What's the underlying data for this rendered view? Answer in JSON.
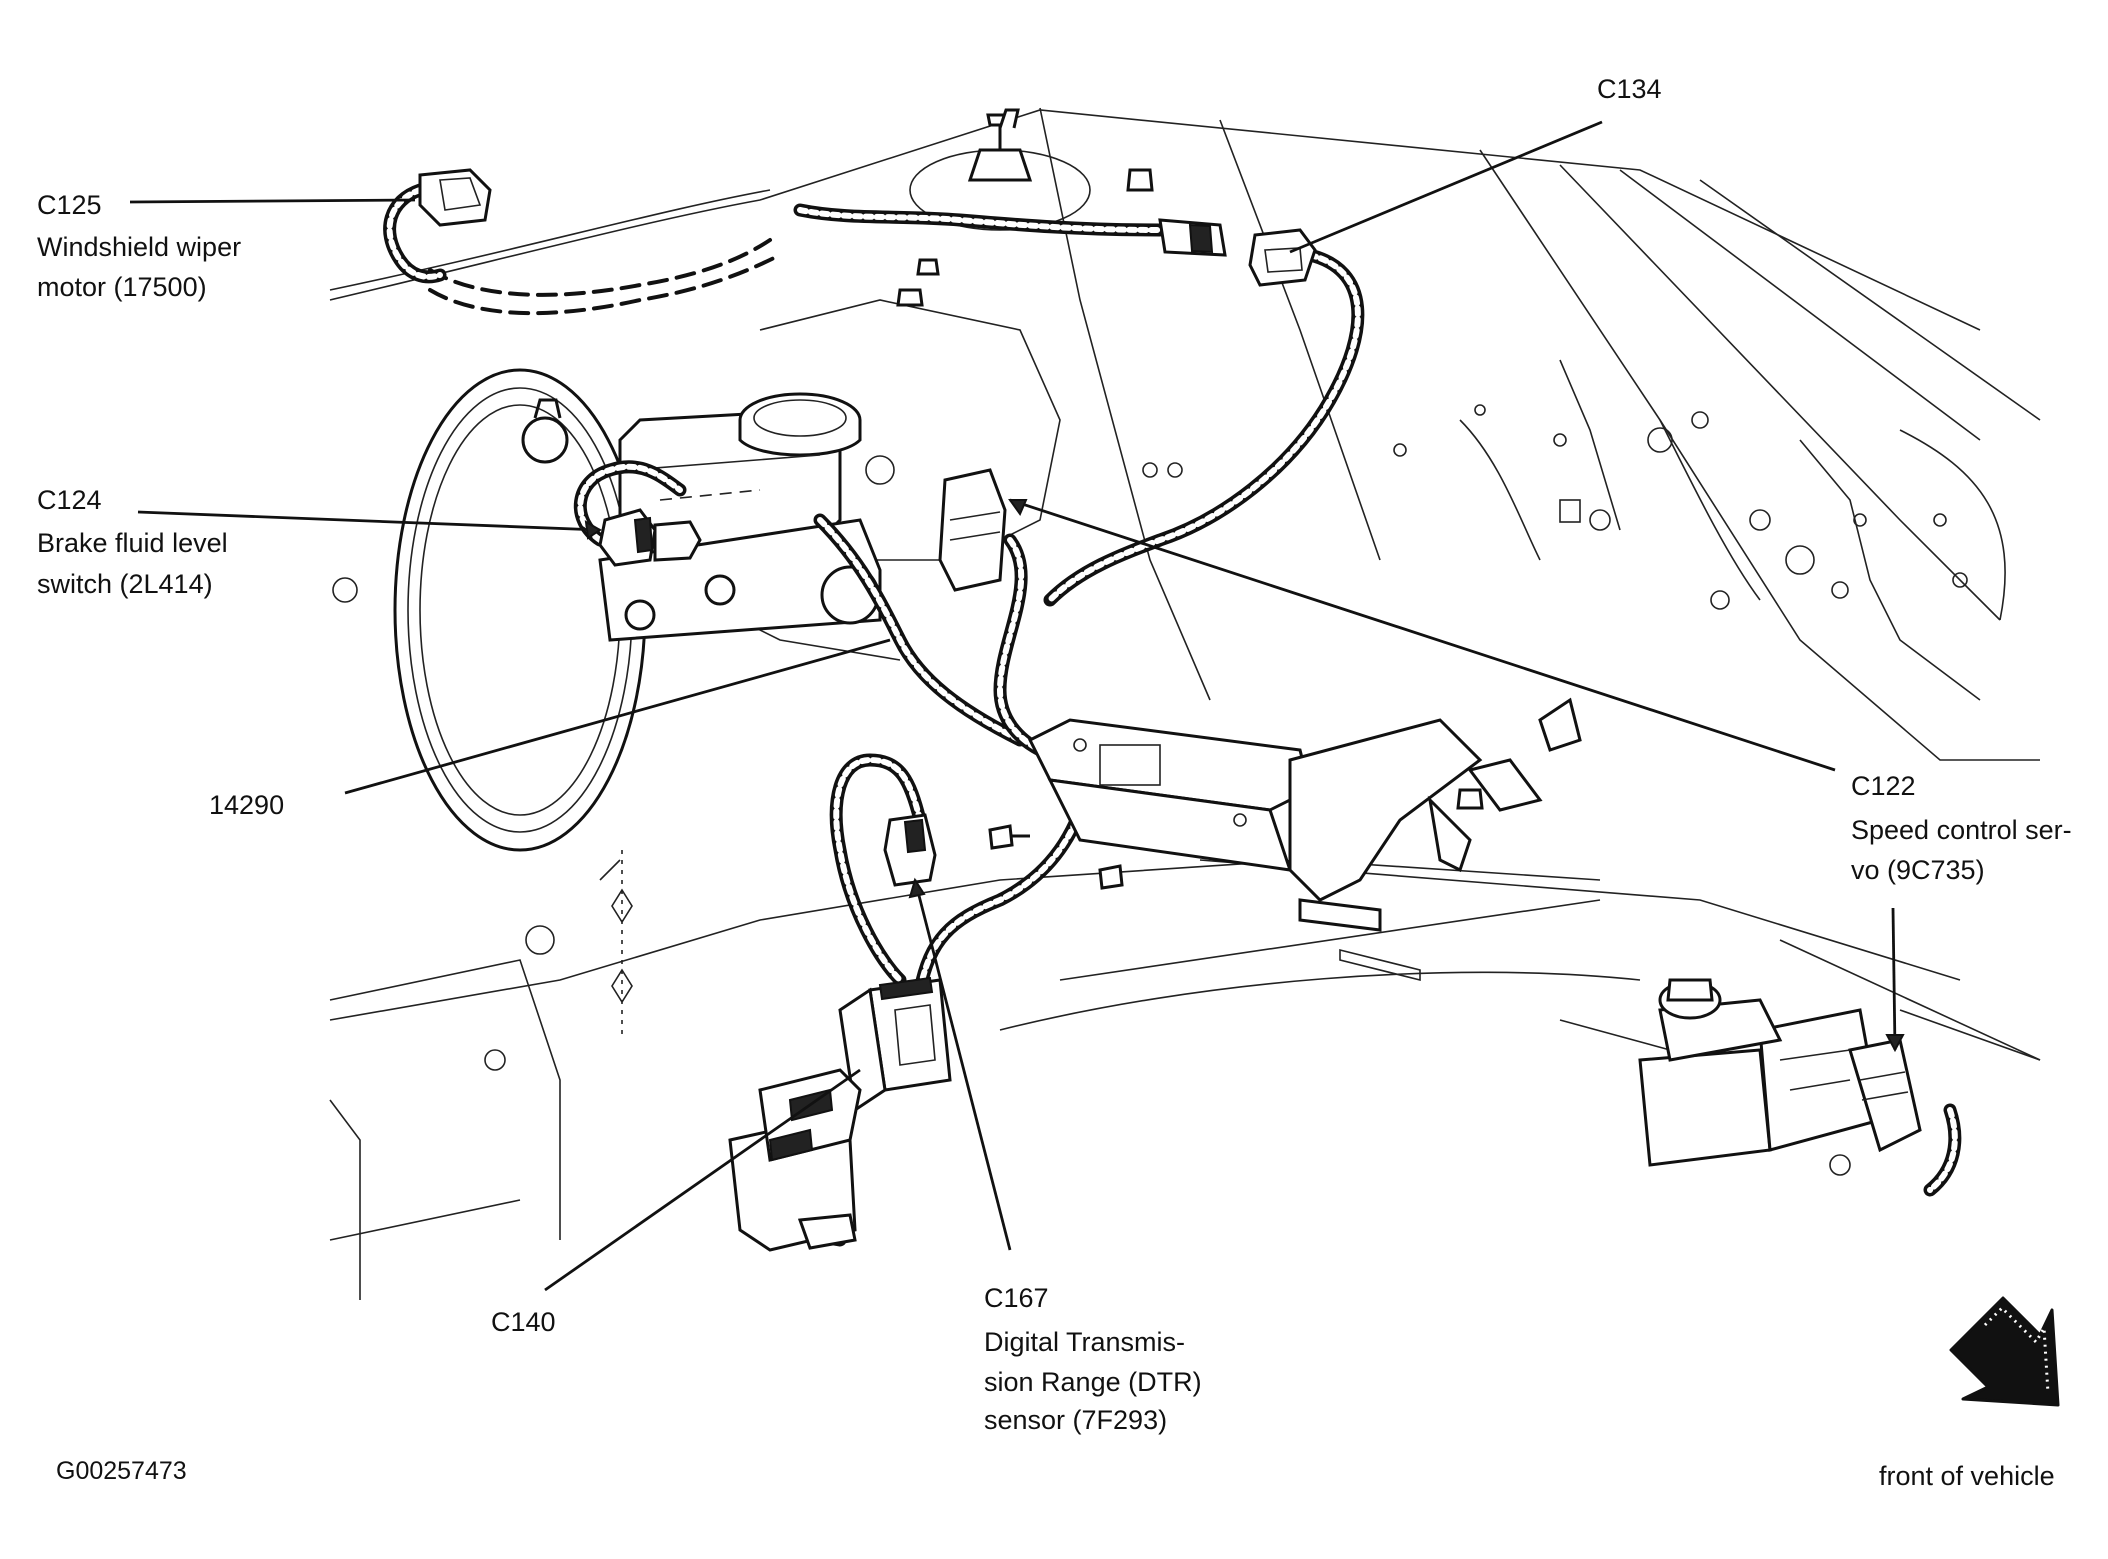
{
  "figure_id": "G00257473",
  "direction_label": "front of vehicle",
  "callouts": {
    "c125": {
      "code": "C125",
      "line1": "Windshield wiper",
      "line2": "motor (17500)"
    },
    "c124": {
      "code": "C124",
      "line1": "Brake fluid level",
      "line2": "switch (2L414)"
    },
    "c134": {
      "code": "C134"
    },
    "c122": {
      "code": "C122",
      "line1": "Speed control ser-",
      "line2": "vo (9C735)"
    },
    "h14290": {
      "code": "14290"
    },
    "c140": {
      "code": "C140"
    },
    "c167": {
      "code": "C167",
      "line1": "Digital Transmis-",
      "line2": "sion Range (DTR)",
      "line3": "sensor (7F293)"
    }
  },
  "colors": {
    "ink": "#111111",
    "paper": "#ffffff"
  }
}
